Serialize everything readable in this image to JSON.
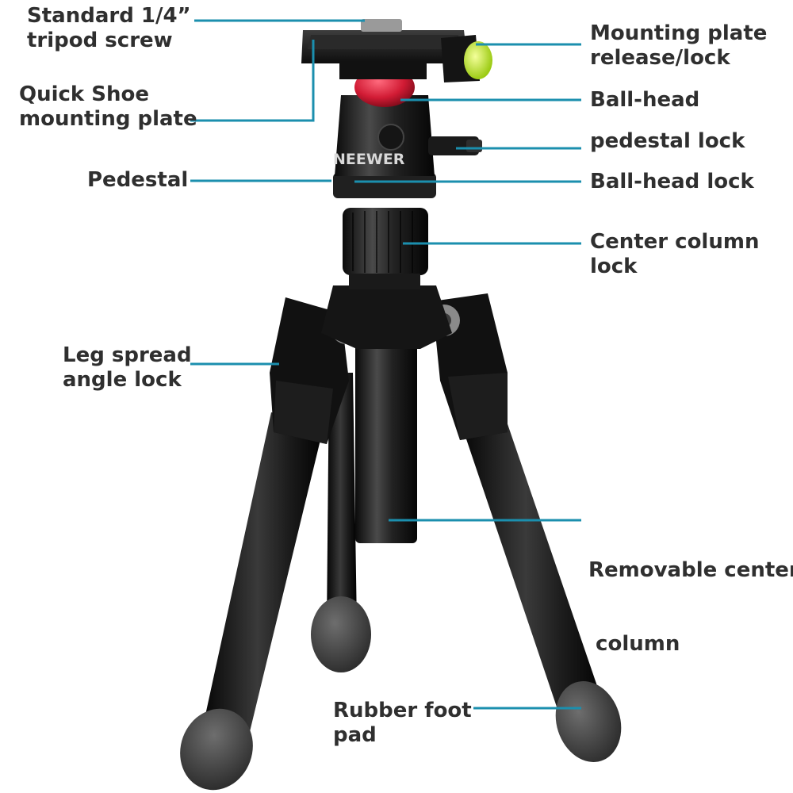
{
  "diagram": {
    "leader_color": "#1b8fae",
    "labels": {
      "standard_screw": [
        "Standard 1/4”",
        "tripod screw"
      ],
      "quick_shoe": [
        "Quick Shoe",
        "mounting plate"
      ],
      "pedestal": [
        "Pedestal"
      ],
      "leg_spread": [
        "Leg spread",
        "angle lock"
      ],
      "plate_release": [
        "Mounting plate",
        "release/lock"
      ],
      "ball_head": [
        "Ball-head"
      ],
      "pedestal_lock": [
        "pedestal lock"
      ],
      "ball_head_lock": [
        "Ball-head lock"
      ],
      "center_column_lock": [
        "Center column",
        "lock"
      ],
      "removable_column": [
        "Removable center",
        " column"
      ],
      "rubber_foot": [
        "Rubber foot",
        "pad"
      ]
    },
    "brand_mark": "NEEWER"
  }
}
